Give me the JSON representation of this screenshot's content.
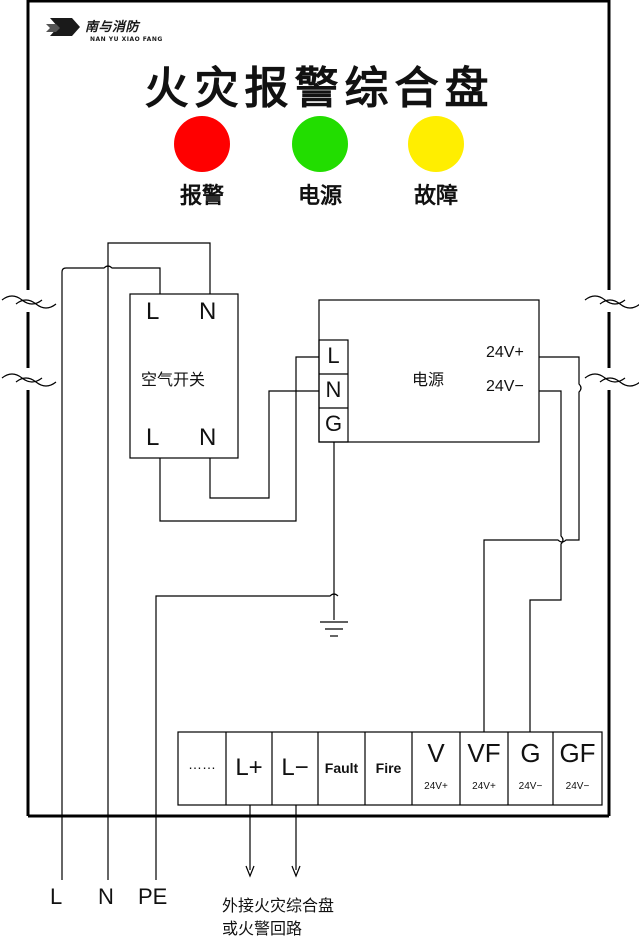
{
  "logo": {
    "name": "南与消防",
    "tagline": "NAN YU XIAO FANG"
  },
  "title": "火灾报警综合盘",
  "indicators": [
    {
      "label": "报警",
      "color": "#ff0000"
    },
    {
      "label": "电源",
      "color": "#22dd00"
    },
    {
      "label": "故障",
      "color": "#ffee00"
    }
  ],
  "breaker": {
    "label": "空气开关",
    "top_left": "L",
    "top_right": "N",
    "bottom_left": "L",
    "bottom_right": "N"
  },
  "psu": {
    "label": "电源",
    "in_l": "L",
    "in_n": "N",
    "in_g": "G",
    "out_pos": "24V+",
    "out_neg": "24V−"
  },
  "terminals": [
    {
      "main": "……",
      "sub": ""
    },
    {
      "main": "L+",
      "sub": ""
    },
    {
      "main": "L−",
      "sub": ""
    },
    {
      "main": "Fault",
      "sub": ""
    },
    {
      "main": "Fire",
      "sub": ""
    },
    {
      "main": "V",
      "sub": "24V+"
    },
    {
      "main": "VF",
      "sub": "24V+"
    },
    {
      "main": "G",
      "sub": "24V−"
    },
    {
      "main": "GF",
      "sub": "24V−"
    }
  ],
  "external_leads": {
    "l": "L",
    "n": "N",
    "pe": "PE"
  },
  "note": {
    "line1": "外接火灾综合盘",
    "line2": "或火警回路"
  }
}
